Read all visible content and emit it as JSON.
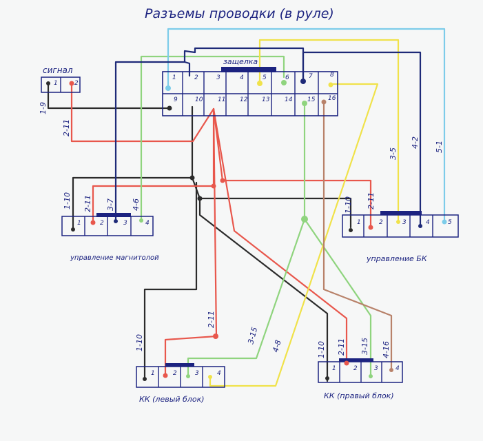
{
  "title": "Разъемы проводки (в руле)",
  "colors": {
    "ink": "#1c2380",
    "black": "#2b2b2b",
    "red": "#e8574c",
    "green": "#8fd47e",
    "yellow": "#f0e24a",
    "blue": "#7ccce9",
    "brown": "#b8826a",
    "navy": "#1e2a78",
    "paper": "#f6f7f7"
  },
  "connectors": {
    "main": {
      "latch": "защелка",
      "top_pins": [
        "1",
        "2",
        "3",
        "4",
        "5",
        "6",
        "7",
        "8"
      ],
      "bottom_pins": [
        "9",
        "10",
        "11",
        "12",
        "13",
        "14",
        "15",
        "16"
      ]
    },
    "signal": {
      "label": "сигнал",
      "pins": [
        "1",
        "2"
      ]
    },
    "mag": {
      "label": "управление магнитолой",
      "pins": [
        "1",
        "2",
        "3",
        "4"
      ]
    },
    "bk": {
      "label": "управление БК",
      "pins": [
        "1",
        "2",
        "3",
        "4",
        "5"
      ]
    },
    "kk_left": {
      "label": "КК (левый блок)",
      "pins": [
        "1",
        "2",
        "3",
        "4"
      ]
    },
    "kk_right": {
      "label": "КК (правый блок)",
      "pins": [
        "1",
        "2",
        "3",
        "4"
      ]
    }
  },
  "wire_labels": {
    "sig_1_9": "1-9",
    "sig_2_11": "2-11",
    "mag_1_10": "1-10",
    "mag_2_11": "2-11",
    "mag_3_7": "3-7",
    "mag_4_6": "4-6",
    "bk_1_10": "1-10",
    "bk_2_11": "2-11",
    "bk_3_5": "3-5",
    "bk_4_2": "4-2",
    "bk_5_1": "5-1",
    "kkl_1_10": "1-10",
    "kkl_2_11": "2-11",
    "kkl_3_15": "3-15",
    "kkl_4_8": "4-8",
    "kkr_1_10": "1-10",
    "kkr_2_11": "2-11",
    "kkr_3_15": "3-15",
    "kkr_4_16": "4-16"
  }
}
